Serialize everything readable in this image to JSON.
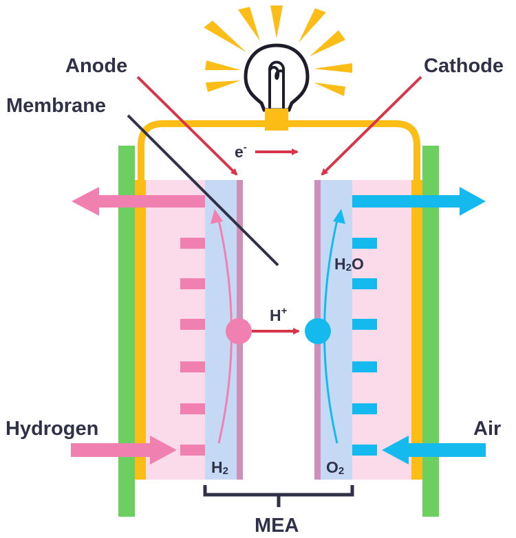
{
  "labels": {
    "anode": "Anode",
    "cathode": "Cathode",
    "membrane": "Membrane",
    "hydrogen": "Hydrogen",
    "air": "Air",
    "mea": "MEA",
    "electron": "e",
    "electron_sup": "-",
    "proton": "H",
    "proton_sup": "+",
    "water_h": "H",
    "water_sub": "2",
    "water_o": "O",
    "h2_main": "H",
    "h2_sub": "2",
    "o2_main": "O",
    "o2_sub": "2"
  },
  "colors": {
    "pink": "#f080b0",
    "blue": "#14b9ee",
    "red": "#d8344a",
    "yellow": "#fbbd16",
    "green": "#6ccf5f",
    "pale_pink": "#fbdbe9",
    "pale_blue": "#c5d9f4",
    "membrane_purple": "#cf8fb8",
    "dark": "#2f3148"
  },
  "icons": [
    "light-bulb-icon",
    "light-ray-icon"
  ]
}
